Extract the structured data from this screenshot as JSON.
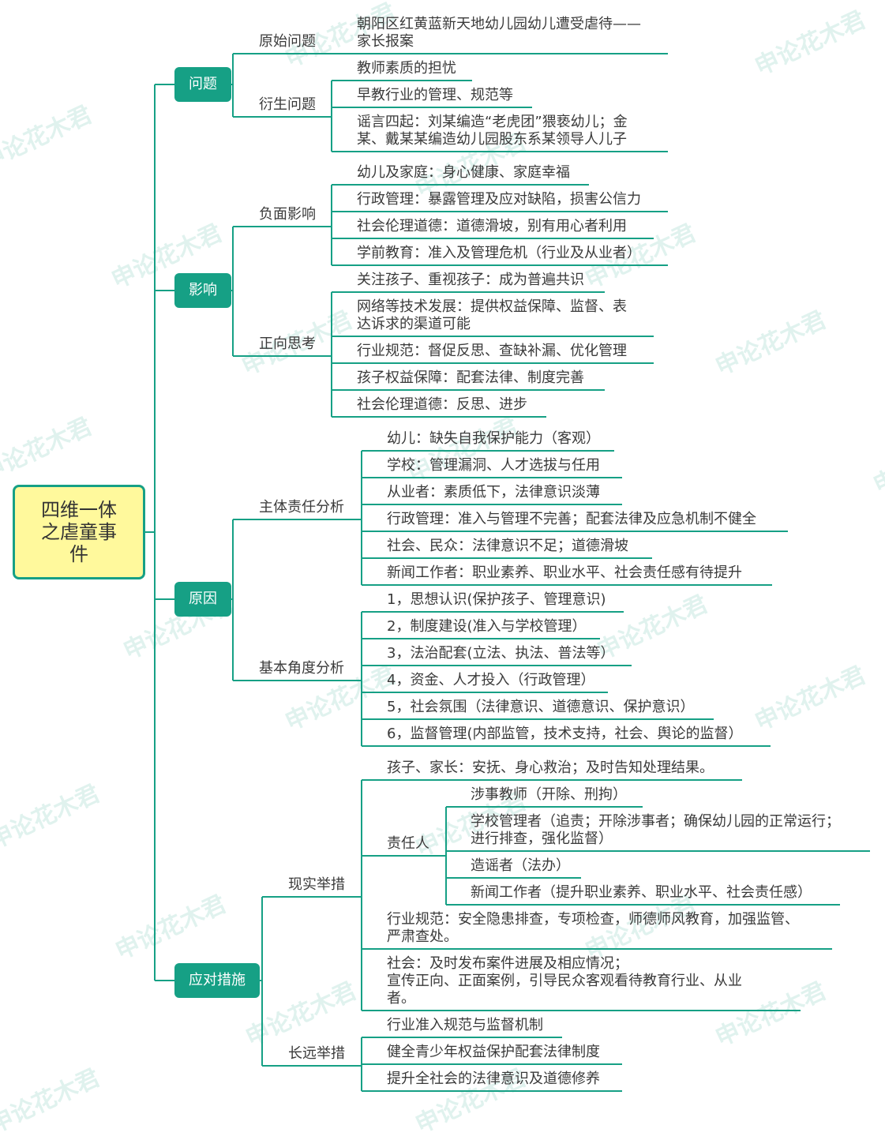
{
  "root": {
    "label": "四维一体\n之虐童事\n件"
  },
  "watermark": "申论花木君",
  "colors": {
    "accent": "#16a085",
    "root_fill": "#fff99c"
  },
  "branches": [
    {
      "label": "问题",
      "children": [
        {
          "label": "原始问题",
          "children": [
            {
              "label": "朝阳区红黄蓝新天地幼儿园幼儿遭受虐待——\n家长报案"
            }
          ]
        },
        {
          "label": "衍生问题",
          "children": [
            {
              "label": "教师素质的担忧"
            },
            {
              "label": "早教行业的管理、规范等"
            },
            {
              "label": "谣言四起：刘某编造“老虎团”猥亵幼儿；金\n某、戴某某编造幼儿园股东系某领导人儿子"
            }
          ]
        }
      ]
    },
    {
      "label": "影响",
      "children": [
        {
          "label": "负面影响",
          "children": [
            {
              "label": "幼儿及家庭：身心健康、家庭幸福"
            },
            {
              "label": "行政管理：暴露管理及应对缺陷，损害公信力"
            },
            {
              "label": "社会伦理道德：道德滑坡，别有用心者利用"
            },
            {
              "label": "学前教育：准入及管理危机（行业及从业者）"
            }
          ]
        },
        {
          "label": "正向思考",
          "children": [
            {
              "label": "关注孩子、重视孩子：成为普遍共识"
            },
            {
              "label": "网络等技术发展：提供权益保障、监督、表\n达诉求的渠道可能"
            },
            {
              "label": "行业规范：督促反思、查缺补漏、优化管理"
            },
            {
              "label": "孩子权益保障：配套法律、制度完善"
            },
            {
              "label": "社会伦理道德：反思、进步"
            }
          ]
        }
      ]
    },
    {
      "label": "原因",
      "children": [
        {
          "label": "主体责任分析",
          "children": [
            {
              "label": "幼儿：缺失自我保护能力（客观）"
            },
            {
              "label": "学校：管理漏洞、人才选拔与任用"
            },
            {
              "label": "从业者：素质低下，法律意识淡薄"
            },
            {
              "label": "行政管理：准入与管理不完善；配套法律及应急机制不健全"
            },
            {
              "label": "社会、民众：法律意识不足；道德滑坡"
            },
            {
              "label": "新闻工作者：职业素养、职业水平、社会责任感有待提升"
            }
          ]
        },
        {
          "label": "基本角度分析",
          "children": [
            {
              "label": "1，思想认识(保护孩子、管理意识)"
            },
            {
              "label": "2，制度建设(准入与学校管理）"
            },
            {
              "label": "3，法治配套(立法、执法、普法等）"
            },
            {
              "label": "4，资金、人才投入（行政管理）"
            },
            {
              "label": "5，社会氛围（法律意识、道德意识、保护意识）"
            },
            {
              "label": "6，监督管理(内部监管，技术支持，社会、舆论的监督）"
            }
          ]
        }
      ]
    },
    {
      "label": "应对措施",
      "children": [
        {
          "label": "现实举措",
          "children": [
            {
              "label": "孩子、家长：安抚、身心救治；及时告知处理结果。"
            },
            {
              "label": "责任人",
              "children": [
                {
                  "label": "涉事教师（开除、刑拘）"
                },
                {
                  "label": "学校管理者（追责；开除涉事者；确保幼儿园的正常运行；\n进行排查，强化监督）"
                },
                {
                  "label": "造谣者（法办）"
                },
                {
                  "label": "新闻工作者（提升职业素养、职业水平、社会责任感）"
                }
              ]
            },
            {
              "label": "行业规范：安全隐患排查，专项检查，师德师风教育，加强监管、\n严肃查处。"
            },
            {
              "label": "社会：及时发布案件进展及相应情况；\n宣传正向、正面案例，引导民众客观看待教育行业、从业\n者。"
            }
          ]
        },
        {
          "label": "长远举措",
          "children": [
            {
              "label": "行业准入规范与监督机制"
            },
            {
              "label": "健全青少年权益保护配套法律制度"
            },
            {
              "label": "提升全社会的法律意识及道德修养"
            }
          ]
        }
      ]
    }
  ]
}
